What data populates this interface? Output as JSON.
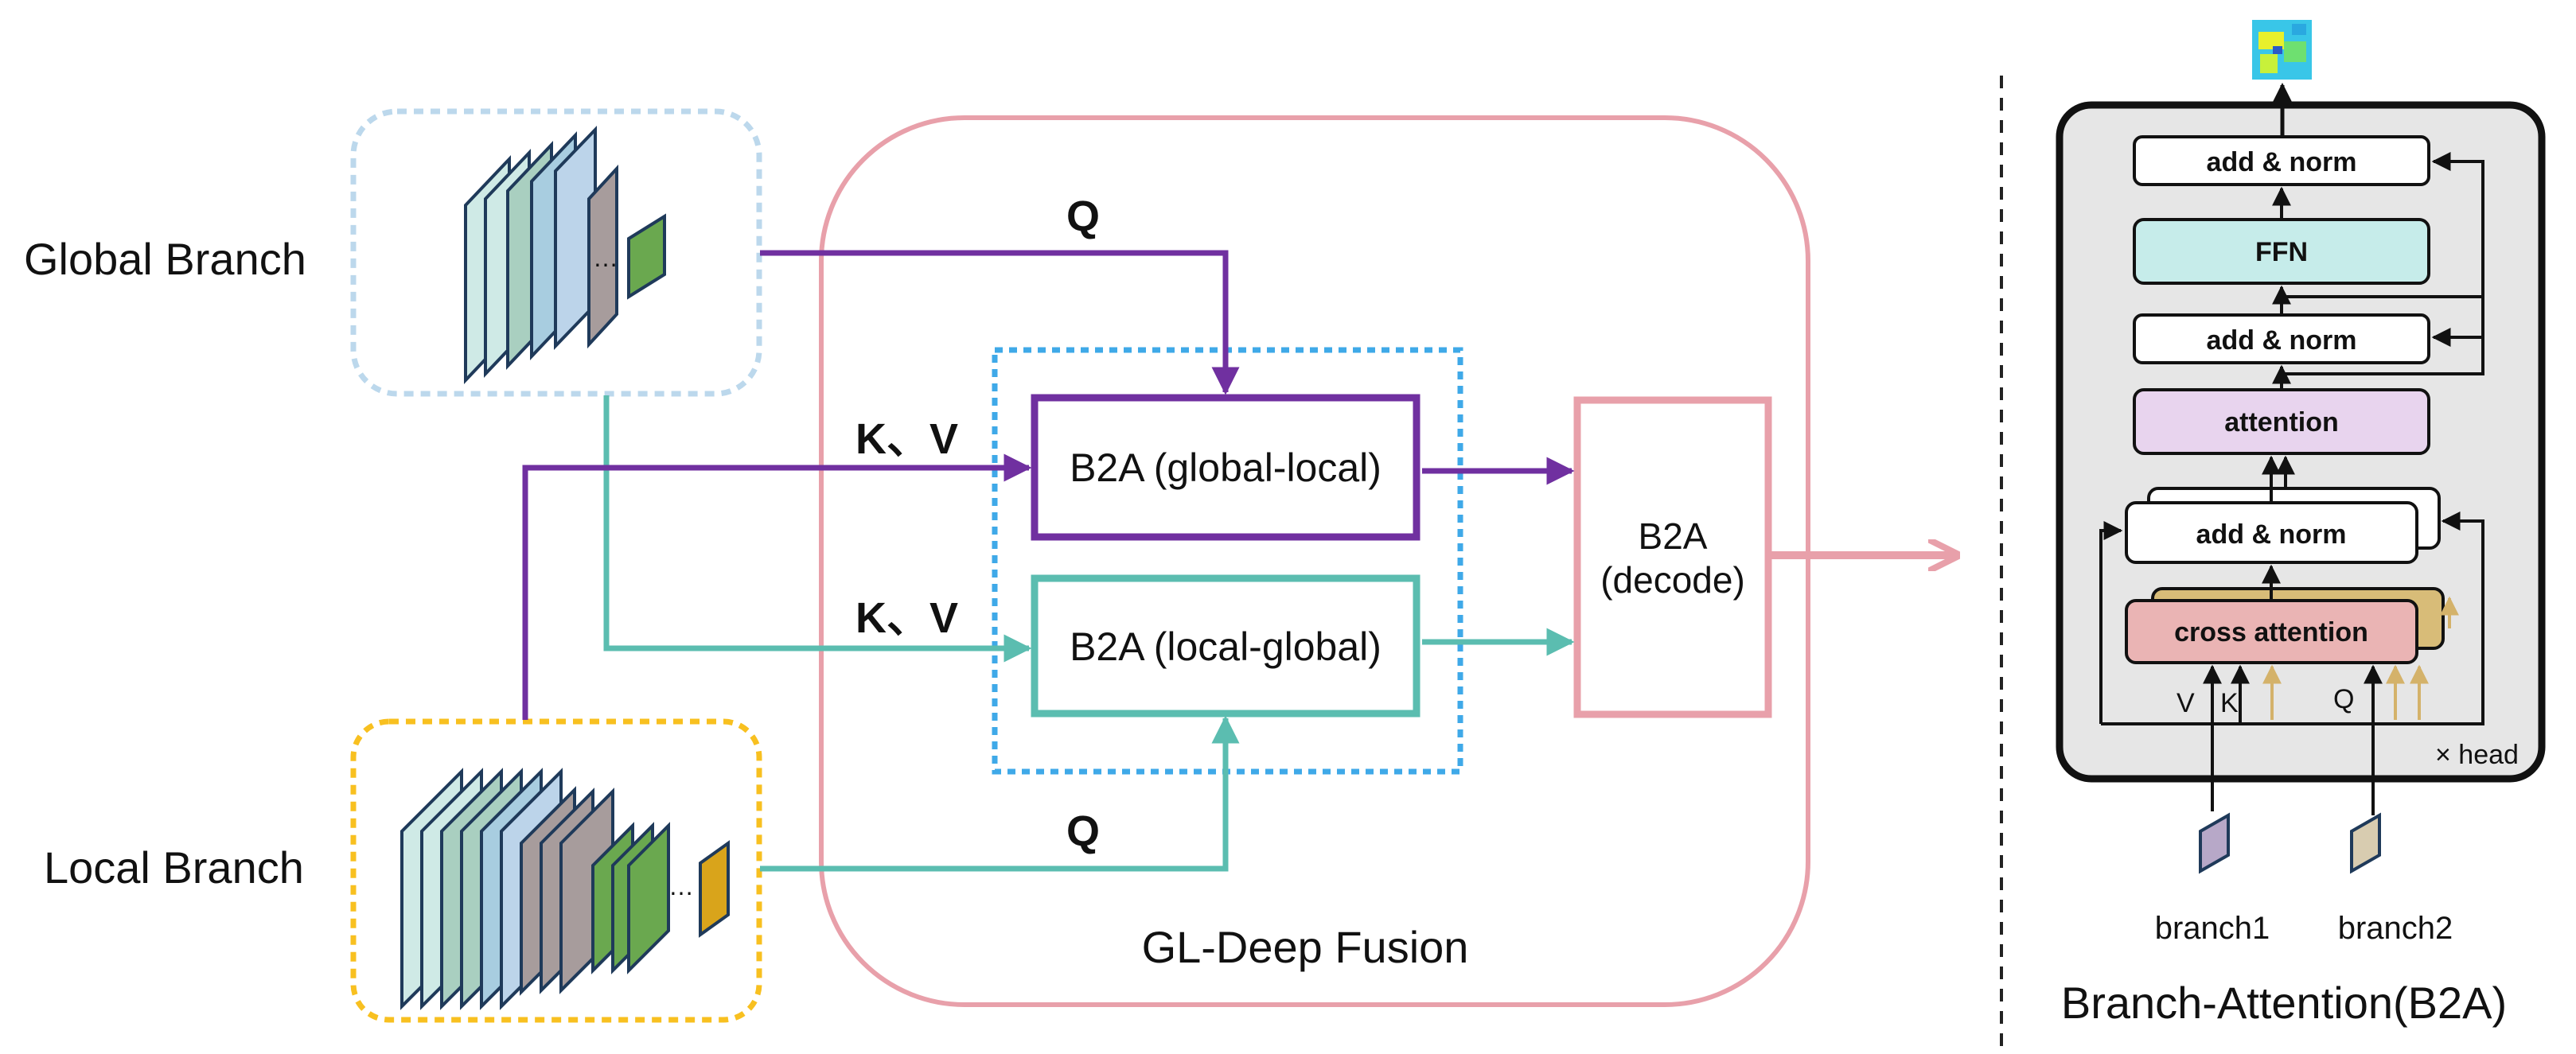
{
  "branches": {
    "global_label": "Global Branch",
    "local_label": "Local Branch"
  },
  "fusion": {
    "title": "GL-Deep Fusion",
    "b2a_global_local": "B2A (global-local)",
    "b2a_local_global": "B2A (local-global)",
    "decode_line1": "B2A",
    "decode_line2": "(decode)",
    "q_label": "Q",
    "kv_label": "K、V"
  },
  "b2a_module": {
    "title": "Branch-Attention(B2A)",
    "add_norm": "add & norm",
    "ffn": "FFN",
    "attention": "attention",
    "cross_attention": "cross attention",
    "v_label": "V",
    "k_label": "K",
    "q_label": "Q",
    "head_label": "× head",
    "branch1": "branch1",
    "branch2": "branch2"
  },
  "colors": {
    "global_path": "#7030a0",
    "local_path": "#5bbdb0",
    "fusion_border": "#e8a0aa",
    "global_box_border": "#bcd8ec",
    "local_box_border": "#f8c020",
    "b2a_dotted": "#3fa9e8",
    "ffn_fill": "#c6ecea",
    "attention_fill": "#e8d4ee",
    "cross_attention_fill": "#eab4b4",
    "cross_attention_back": "#d8bc78",
    "module_bg": "#e6e6e6"
  }
}
